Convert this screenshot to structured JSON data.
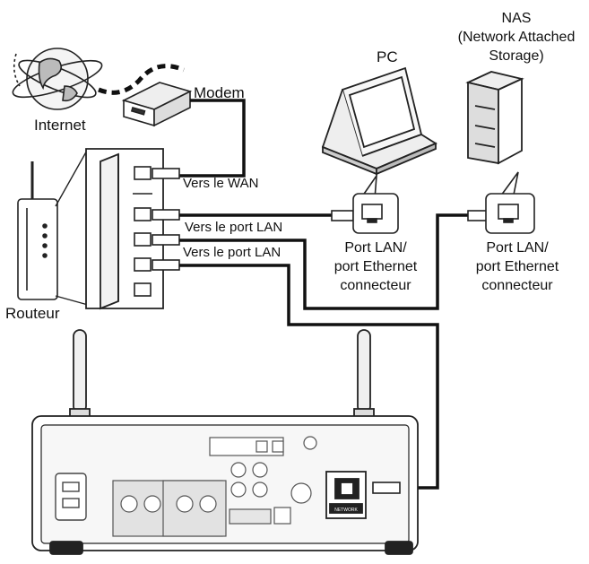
{
  "labels": {
    "internet": "Internet",
    "modem": "Modem",
    "pc": "PC",
    "nas_line1": "NAS",
    "nas_line2": "(Network Attached",
    "nas_line3": "Storage)",
    "router": "Routeur",
    "to_wan": "Vers le WAN",
    "to_lan_1": "Vers le port LAN",
    "to_lan_2": "Vers le port LAN",
    "pc_port_line1": "Port LAN/",
    "pc_port_line2": "port Ethernet",
    "pc_port_line3": "connecteur",
    "nas_port_line1": "Port LAN/",
    "nas_port_line2": "port Ethernet",
    "nas_port_line3": "connecteur",
    "ethernet_badge": "NETWORK"
  }
}
